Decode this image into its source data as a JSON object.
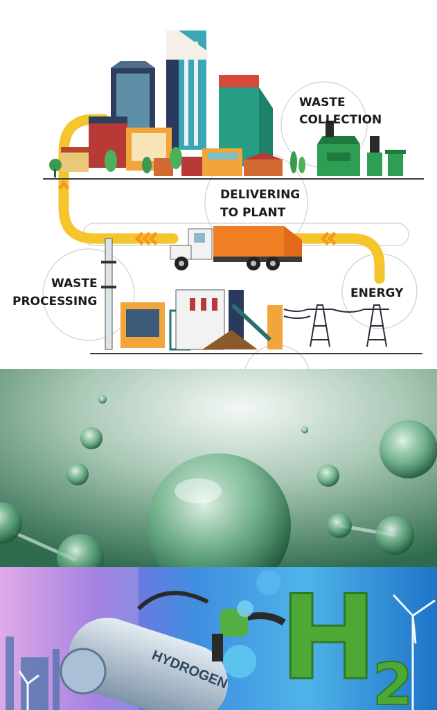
{
  "infographic": {
    "labels": {
      "waste_collection_1": "WASTE",
      "waste_collection_2": "COLLECTION",
      "delivering_1": "DELIVERING",
      "delivering_2": "TO PLANT",
      "processing_1": "WASTE",
      "processing_2": "PROCESSING",
      "energy": "ENERGY"
    }
  },
  "hydrogen": {
    "tanker_text": "HYDROGEN",
    "symbol": "H",
    "subscript": "2"
  },
  "colors": {
    "loop_yellow": "#F6C52C",
    "truck_orange": "#F07F24",
    "bin_green": "#2E9E55",
    "bubble_green": "#3E8F62",
    "h2_green": "#4DA835"
  }
}
